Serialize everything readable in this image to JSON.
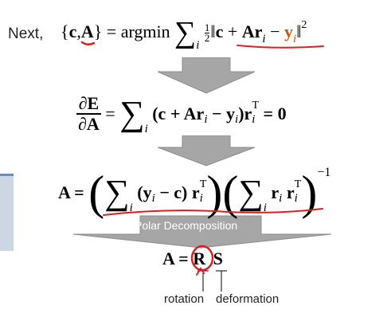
{
  "colors": {
    "arrow": "#a6a6a6",
    "arrow_stroke": "#8c8c8c",
    "annotation_red": "#d9211f",
    "y_orange": "#c55a11",
    "left_panel": "#cfd6e3",
    "left_panel_border": "#6f8bb8"
  },
  "line1": {
    "prefix": "Next,",
    "lbrace": "{",
    "c": "c",
    "comma": ",",
    "A": "A",
    "rbrace": "}",
    "eq": "=",
    "argmin": "argmin",
    "sigma": "∑",
    "sum_sub": "i",
    "half_num": "1",
    "half_den": "2",
    "norm_open": "‖",
    "c2": "c",
    "plus": "+",
    "A2": "A",
    "r": "r",
    "r_sub": "i",
    "minus": "−",
    "y": "y",
    "y_sub": "i",
    "norm_close": "‖",
    "sq": "2"
  },
  "line2": {
    "dE": "∂E",
    "dA": "∂A",
    "eq": "=",
    "sigma": "∑",
    "sum_sub": "i",
    "body": "(c + Ar",
    "r_sub": "i",
    "minus_y": " − y",
    "y_sub": "i",
    "close_r": ")r",
    "r2_sub": "i",
    "r2_sup": "T",
    "rhs": "= 0"
  },
  "line3": {
    "lhs": "A =",
    "sigma1": "∑",
    "sum1_sub": "i",
    "term1": "(y",
    "y_sub": "i",
    "term1b": " − c) r",
    "r1_sub": "i",
    "r1_sup": "T",
    "sigma2": "∑",
    "sum2_sub": "i",
    "r2": "r",
    "r2_sub": "i",
    "r3": " r",
    "r3_sub": "i",
    "r3_sup": "T",
    "exp": "−1"
  },
  "polar_label": "Polar Decomposition",
  "line4": {
    "lhs": "A =",
    "R": "R",
    "S": "S"
  },
  "rotation_label": "rotation",
  "deformation_label": "deformation"
}
